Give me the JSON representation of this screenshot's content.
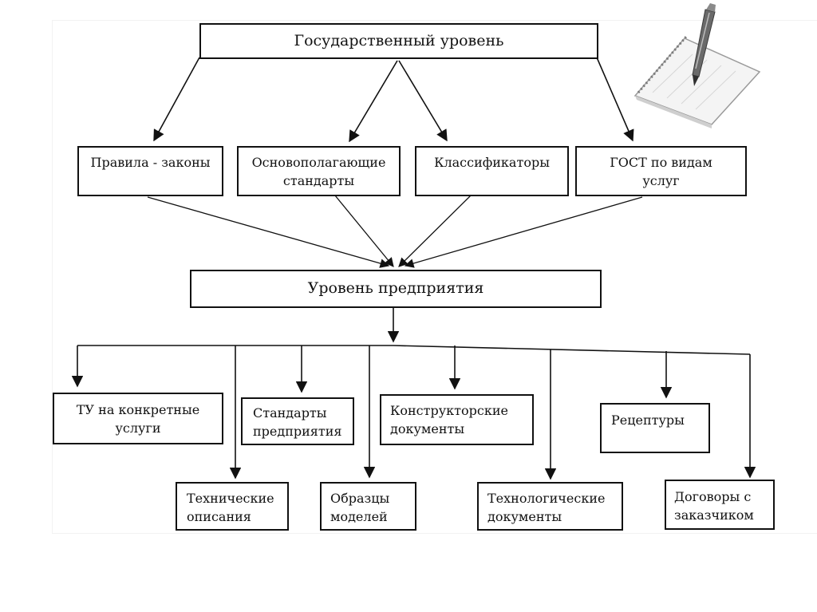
{
  "diagram": {
    "top_level": "Государственный уровень",
    "state_docs": [
      "Правила - законы",
      "Основополагающие\nстандарты",
      "Классификаторы",
      "ГОСТ по видам\nуслуг"
    ],
    "enterprise_level": "Уровень предприятия",
    "enterprise_docs_row1": [
      "ТУ на конкретные\nуслуги",
      "Стандарты\nпредприятия",
      "Конструкторские\nдокументы",
      "Рецептуры"
    ],
    "enterprise_docs_row2": [
      "Технические\nописания",
      "Образцы\nмоделей",
      "Технологические\nдокументы",
      "Договоры с\nзаказчиком"
    ]
  },
  "decoration": {
    "notepad_pen": "notepad-pen-icon"
  }
}
